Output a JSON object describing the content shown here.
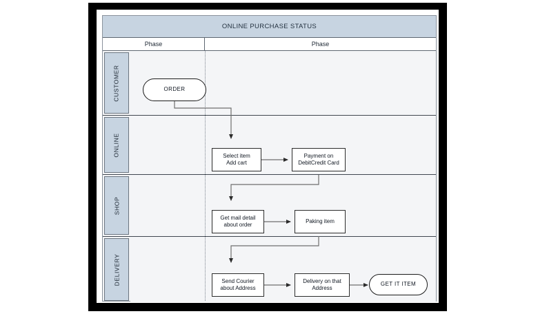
{
  "diagram": {
    "title": "ONLINE PURCHASE STATUS",
    "type": "swimlane-flowchart",
    "phase_headers": [
      {
        "label": "Phase"
      },
      {
        "label": "Phase"
      }
    ],
    "lanes": [
      {
        "label": "CUSTOMER",
        "nodes": [
          {
            "id": "order",
            "shape": "terminator",
            "text": "ORDER"
          }
        ]
      },
      {
        "label": "ONLINE",
        "nodes": [
          {
            "id": "select-item",
            "shape": "process",
            "line1": "Select item",
            "line2": "Add cart"
          },
          {
            "id": "payment",
            "shape": "process",
            "line1": "Payment on",
            "line2": "DebitCredit Card"
          }
        ]
      },
      {
        "label": "SHOP",
        "nodes": [
          {
            "id": "get-mail-detail",
            "shape": "process",
            "line1": "Get mail detail",
            "line2": "about order"
          },
          {
            "id": "paking-item",
            "shape": "process",
            "line1": "Paking item",
            "line2": ""
          }
        ]
      },
      {
        "label": "DELIVERY",
        "nodes": [
          {
            "id": "send-courier",
            "shape": "process",
            "line1": "Send Courier",
            "line2": "about Address"
          },
          {
            "id": "delivery-address",
            "shape": "process",
            "line1": "Delivery on that",
            "line2": "Address"
          },
          {
            "id": "get-it-item",
            "shape": "terminator",
            "text": "GET IT ITEM"
          }
        ]
      }
    ],
    "colors": {
      "header_fill": "#c7d4e1",
      "lane_label_fill": "#c7d4e1",
      "lane_body_fill": "#f4f5f7",
      "node_fill": "#ffffff",
      "node_stroke": "#2b2b2b",
      "connector_stroke": "#6e6e6e",
      "grid_stroke": "#3f464e",
      "frame_fill": "#000000"
    }
  }
}
